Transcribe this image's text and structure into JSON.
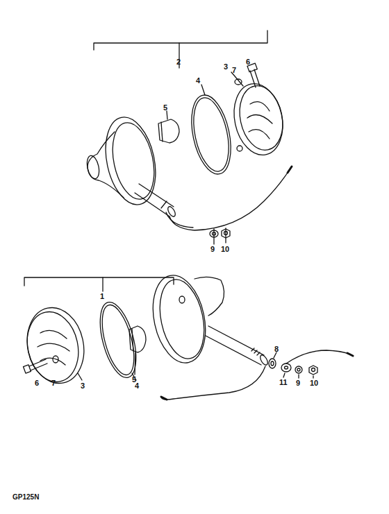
{
  "diagram": {
    "labels": [
      "2",
      "6",
      "7",
      "3",
      "4",
      "5",
      "9",
      "10",
      "1",
      "8",
      "11",
      "9",
      "10",
      "6",
      "7",
      "3",
      "4",
      "5",
      "GP125N"
    ]
  }
}
